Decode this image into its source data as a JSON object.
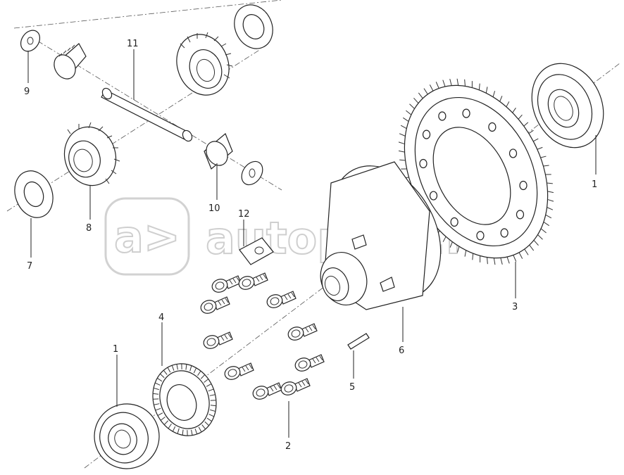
{
  "watermark": {
    "logo_text": "a>",
    "site_text": "autopiter.ru"
  },
  "callouts": [
    {
      "id": "bearing-right",
      "label": "1"
    },
    {
      "id": "bearing-left",
      "label": "1"
    },
    {
      "id": "bolts",
      "label": "2"
    },
    {
      "id": "ring-gear",
      "label": "3"
    },
    {
      "id": "sensor-ring",
      "label": "4"
    },
    {
      "id": "pin",
      "label": "5"
    },
    {
      "id": "diff-case",
      "label": "6"
    },
    {
      "id": "thrust-washer-left",
      "label": "7"
    },
    {
      "id": "side-gear-left",
      "label": "8"
    },
    {
      "id": "pinion-washer-top",
      "label": "9"
    },
    {
      "id": "pinion-washer-bottom",
      "label": "10"
    },
    {
      "id": "pinion-shaft",
      "label": "11"
    },
    {
      "id": "lock-plate",
      "label": "12"
    }
  ]
}
